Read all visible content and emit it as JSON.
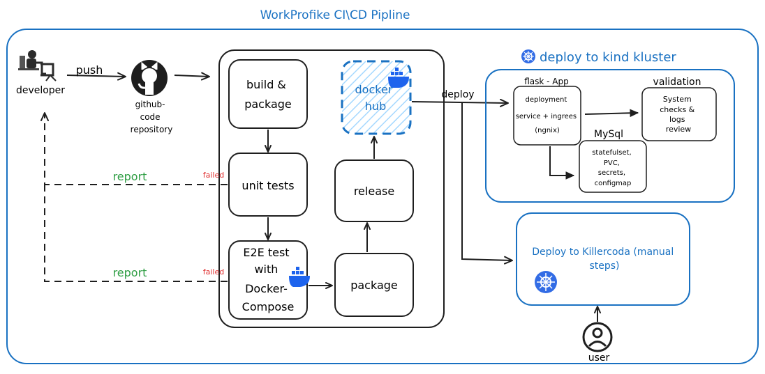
{
  "title": "WorkProfike CI\\CD Pipline",
  "actors": {
    "developer": "developer",
    "github": [
      "github-",
      "code",
      "repository"
    ],
    "user": "user"
  },
  "arrows": {
    "push": "push",
    "deploy": "deploy",
    "report_top": "report",
    "report_bottom": "report",
    "failed_top": "failed",
    "failed_bottom": "failed"
  },
  "pipeline": {
    "build": [
      "build &",
      "package"
    ],
    "unit_tests": "unit tests",
    "e2e": [
      "E2E test",
      "with",
      "Docker-",
      "Compose"
    ],
    "docker_hub": [
      "docker",
      "hub"
    ],
    "release": "release",
    "package": "package"
  },
  "kind": {
    "title": "deploy to kind kluster",
    "flask_title": "flask - App",
    "flask_lines": [
      "deployment",
      "service + ingrees",
      "(ngnix)"
    ],
    "validation_title": "validation",
    "validation_lines": [
      "System",
      "checks &",
      "logs",
      "review"
    ],
    "mysql_title": "MySql",
    "mysql_lines": [
      "statefulset,",
      "PVC,",
      "secrets,",
      "configmap"
    ]
  },
  "killercoda": {
    "lines": [
      "Deploy to Killercoda (manual",
      "steps)"
    ]
  },
  "colors": {
    "blue": "#1971c2",
    "green": "#2f9e44",
    "red": "#e03131",
    "stroke": "#1e1e1e",
    "docker_blue": "#1d63ed",
    "k8s_blue": "#326ce5",
    "hatch": "#a5d8ff"
  },
  "icons": [
    "developer-icon",
    "github-icon",
    "docker-icon",
    "kubernetes-icon",
    "user-icon"
  ]
}
